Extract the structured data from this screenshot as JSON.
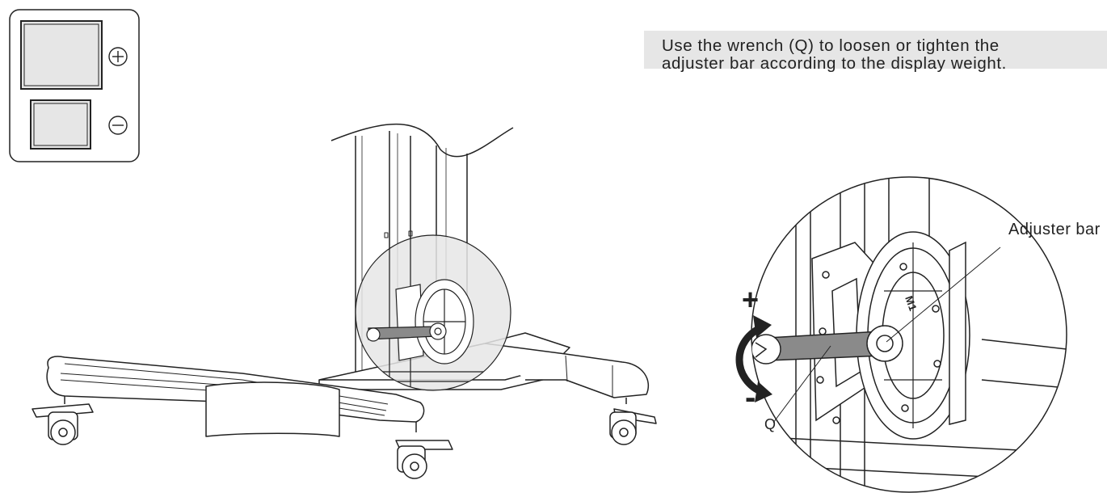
{
  "instruction": {
    "line1": "Use the wrench (Q) to loosen or tighten the",
    "line2": "adjuster bar according to the display weight."
  },
  "callouts": {
    "adjuster_bar": "Adjuster bar",
    "wrench": "Q",
    "plus_sign": "+",
    "minus_sign": "-",
    "dial_label": "M1"
  },
  "legend": {
    "items": [
      {
        "symbol": "⊕",
        "meaning": "plus"
      },
      {
        "symbol": "⊖",
        "meaning": "minus"
      }
    ]
  },
  "colors": {
    "line": "#222222",
    "shade": "#e6e6e6",
    "wrench": "#8a8a8a"
  }
}
